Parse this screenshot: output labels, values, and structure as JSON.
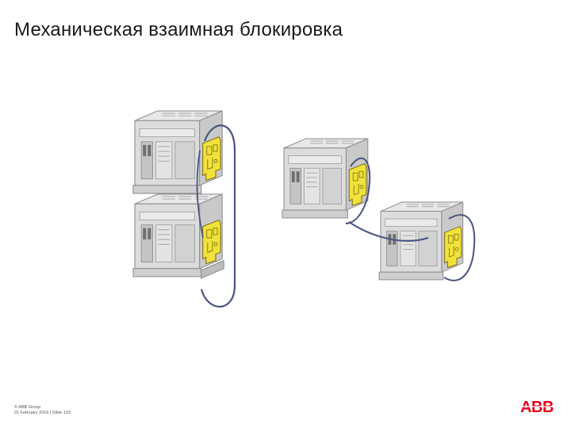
{
  "slide": {
    "title": "Механическая взаимная блокировка"
  },
  "footer": {
    "copyright": "© ABB Group",
    "meta": "01 February 2016 | Slide 133"
  },
  "brand": {
    "logo": "ABB",
    "color": "#e2001a"
  },
  "illustration": {
    "breaker_color": "#d9d9d9",
    "interlock_plate_color": "#f0e23a",
    "cable_color": "#4a5480"
  }
}
